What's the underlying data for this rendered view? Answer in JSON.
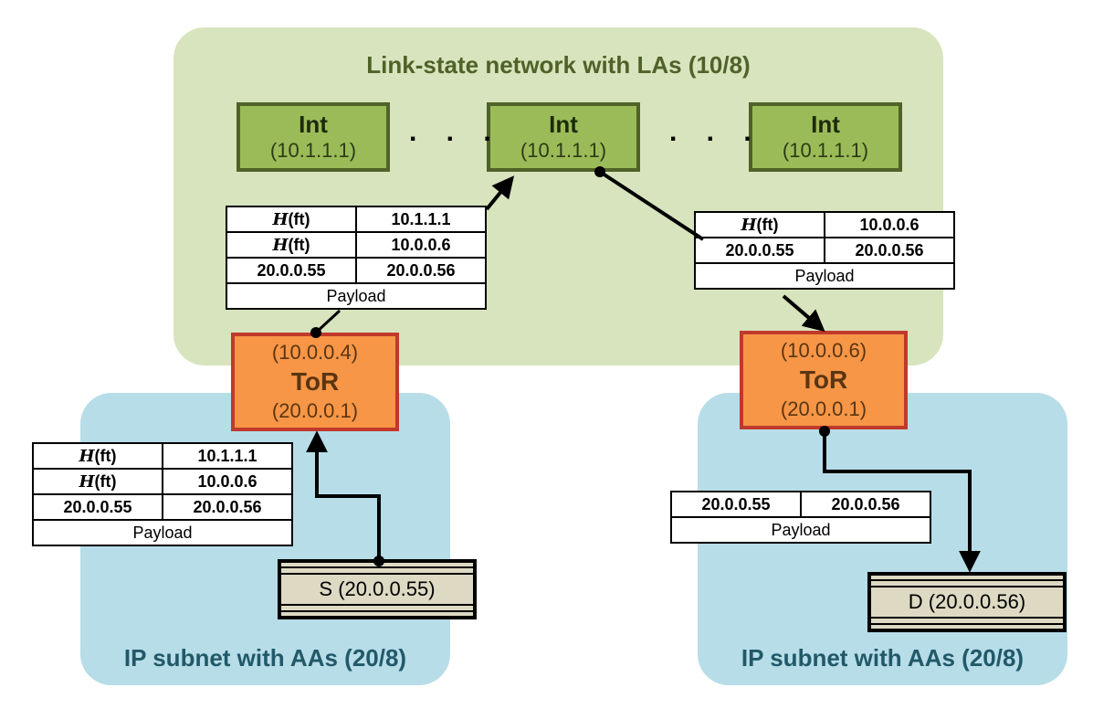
{
  "regions": {
    "link_state": {
      "title": "Link-state network with LAs (10/8)"
    },
    "ip_left": {
      "title": "IP subnet with AAs (20/8)"
    },
    "ip_right": {
      "title": "IP subnet with AAs (20/8)"
    }
  },
  "int_switches": [
    {
      "label": "Int",
      "address": "(10.1.1.1)"
    },
    {
      "label": "Int",
      "address": "(10.1.1.1)"
    },
    {
      "label": "Int",
      "address": "(10.1.1.1)"
    }
  ],
  "ellipsis": ". . .",
  "tors": {
    "left": {
      "label": "ToR",
      "la": "(10.0.0.4)",
      "aa": "(20.0.0.1)"
    },
    "right": {
      "label": "ToR",
      "la": "(10.0.0.6)",
      "aa": "(20.0.0.1)"
    }
  },
  "hosts": {
    "source": {
      "label": "S (20.0.0.55)"
    },
    "dest": {
      "label": "D (20.0.0.56)"
    }
  },
  "packets": {
    "top_left": {
      "rows": [
        {
          "h_italic": "H",
          "h_rest": "(ft)",
          "value": "10.1.1.1"
        },
        {
          "h_italic": "H",
          "h_rest": "(ft)",
          "value": "10.0.0.6"
        },
        {
          "src": "20.0.0.55",
          "dst": "20.0.0.56"
        }
      ],
      "payload": "Payload"
    },
    "bottom_left": {
      "rows": [
        {
          "h_italic": "H",
          "h_rest": "(ft)",
          "value": "10.1.1.1"
        },
        {
          "h_italic": "H",
          "h_rest": "(ft)",
          "value": "10.0.0.6"
        },
        {
          "src": "20.0.0.55",
          "dst": "20.0.0.56"
        }
      ],
      "payload": "Payload"
    },
    "right_top": {
      "rows": [
        {
          "h_italic": "H",
          "h_rest": "(ft)",
          "value": "10.0.0.6"
        },
        {
          "src": "20.0.0.55",
          "dst": "20.0.0.56"
        }
      ],
      "payload": "Payload"
    },
    "right_bottom": {
      "rows": [
        {
          "src": "20.0.0.55",
          "dst": "20.0.0.56"
        }
      ],
      "payload": "Payload"
    }
  },
  "colors": {
    "link_state_bg": "#d7e4bd",
    "ip_subnet_bg": "#b7dde8",
    "int_fill": "#9bbb59",
    "tor_fill": "#f79646",
    "host_fill": "#ddd9c3"
  }
}
